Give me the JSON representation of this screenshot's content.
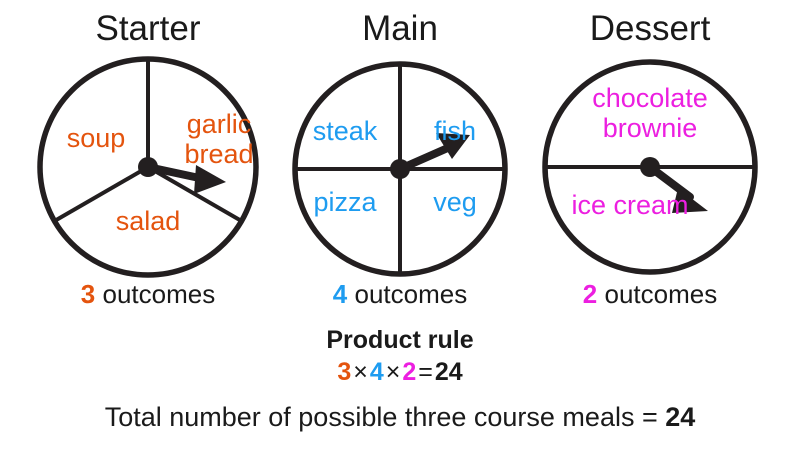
{
  "colors": {
    "starter": "#e4540e",
    "main": "#1e9cf0",
    "dessert": "#ec1fe0",
    "ink": "#1a1a1a",
    "background": "#ffffff"
  },
  "spinners": [
    {
      "id": "starter",
      "title": "Starter",
      "sectors": [
        "soup",
        "garlic bread",
        "salad"
      ],
      "sector_count": 3,
      "outcomes_count": "3",
      "outcomes_word": "outcomes",
      "pointer_direction_deg": -12
    },
    {
      "id": "main",
      "title": "Main",
      "sectors": [
        "steak",
        "fish",
        "pizza",
        "veg"
      ],
      "sector_count": 4,
      "outcomes_count": "4",
      "outcomes_word": "outcomes",
      "pointer_direction_deg": 23
    },
    {
      "id": "dessert",
      "title": "Dessert",
      "sectors": [
        "chocolate brownie",
        "ice cream"
      ],
      "sector_count": 2,
      "outcomes_count": "2",
      "outcomes_word": "outcomes",
      "pointer_direction_deg": -34
    }
  ],
  "starter_labels": {
    "soup": "soup",
    "garlic": "garlic",
    "bread": "bread",
    "salad": "salad"
  },
  "main_labels": {
    "steak": "steak",
    "fish": "fish",
    "pizza": "pizza",
    "veg": "veg"
  },
  "dessert_labels": {
    "chocolate": "chocolate",
    "brownie": "brownie",
    "ice_cream": "ice cream"
  },
  "product_rule": {
    "title": "Product rule",
    "factor_1": "3",
    "operator_1": "×",
    "factor_2": "4",
    "operator_2": "×",
    "factor_3": "2",
    "equals": "=",
    "result": "24"
  },
  "total": {
    "text": "Total number of possible three course meals =",
    "result": "24"
  },
  "chart_data": {
    "type": "pie",
    "title": "Three course meal spinners — product rule",
    "charts": [
      {
        "name": "Starter",
        "type": "pie",
        "labels": [
          "garlic bread",
          "salad",
          "soup"
        ],
        "values": [
          1,
          1,
          1
        ],
        "slice_angles_deg": [
          120,
          120,
          120
        ],
        "color": "#e4540e",
        "outcomes": 3
      },
      {
        "name": "Main",
        "type": "pie",
        "labels": [
          "fish",
          "veg",
          "pizza",
          "steak"
        ],
        "values": [
          1,
          1,
          1,
          1
        ],
        "slice_angles_deg": [
          90,
          90,
          90,
          90
        ],
        "color": "#1e9cf0",
        "outcomes": 4
      },
      {
        "name": "Dessert",
        "type": "pie",
        "labels": [
          "chocolate brownie",
          "ice cream"
        ],
        "values": [
          1,
          1
        ],
        "slice_angles_deg": [
          180,
          180
        ],
        "color": "#ec1fe0",
        "outcomes": 2
      }
    ],
    "annotations": [
      "3 outcomes",
      "4 outcomes",
      "2 outcomes",
      "Product rule",
      "3 × 4 × 2 = 24",
      "Total number of possible three course meals = 24"
    ],
    "computation": {
      "factors": [
        3,
        4,
        2
      ],
      "product": 24
    },
    "grid": false,
    "legend": "none"
  }
}
